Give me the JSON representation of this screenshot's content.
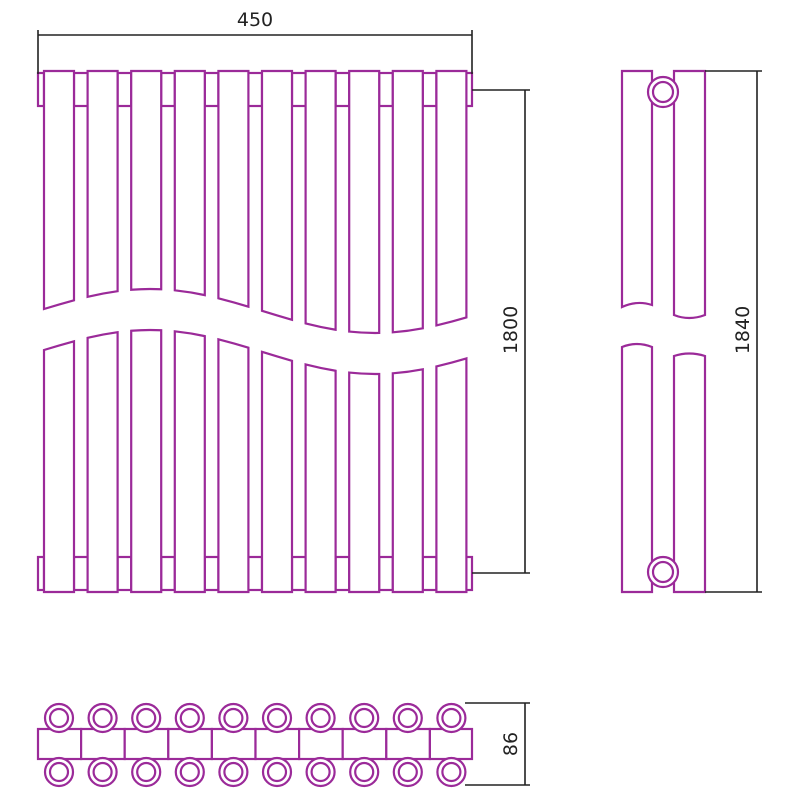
{
  "drawing": {
    "subject": "vertical-tube-radiator",
    "sections": 10,
    "dimensions": {
      "width": "450",
      "height_axis": "1800",
      "height_total": "1840",
      "depth": "86"
    },
    "line_color": "#9b2a99",
    "dim_color": "#222222"
  }
}
